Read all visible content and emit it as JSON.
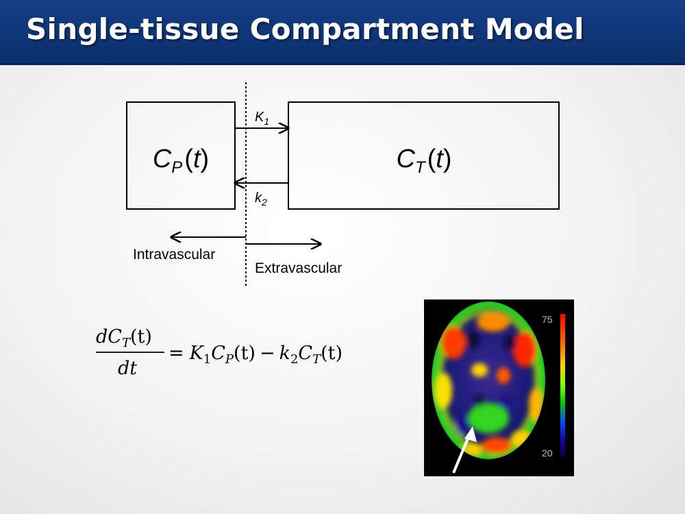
{
  "slide": {
    "title": "Single-tissue Compartment Model"
  },
  "diagram": {
    "plasma": {
      "main": "C",
      "sub": "P",
      "arg": "t"
    },
    "tissue": {
      "main": "C",
      "sub": "T",
      "arg": "t"
    },
    "k_in": {
      "main": "K",
      "sub": "1"
    },
    "k_out": {
      "main": "k",
      "sub": "2"
    },
    "left_region": "Intravascular",
    "right_region": "Extravascular"
  },
  "equation": {
    "num_d": "d",
    "num_c": "C",
    "num_t_sub": "T",
    "num_arg": "(t)",
    "den": "dt",
    "equals": "=",
    "k1": "K",
    "k1_sub": "1",
    "cp": "C",
    "cp_sub": "P",
    "cp_arg": "(t)",
    "minus": "−",
    "k2": "k",
    "k2_sub": "2",
    "ct": "C",
    "ct_sub": "T",
    "ct_arg": "(t)"
  },
  "pet_scan": {
    "scale_max": "75",
    "scale_min": "20"
  }
}
